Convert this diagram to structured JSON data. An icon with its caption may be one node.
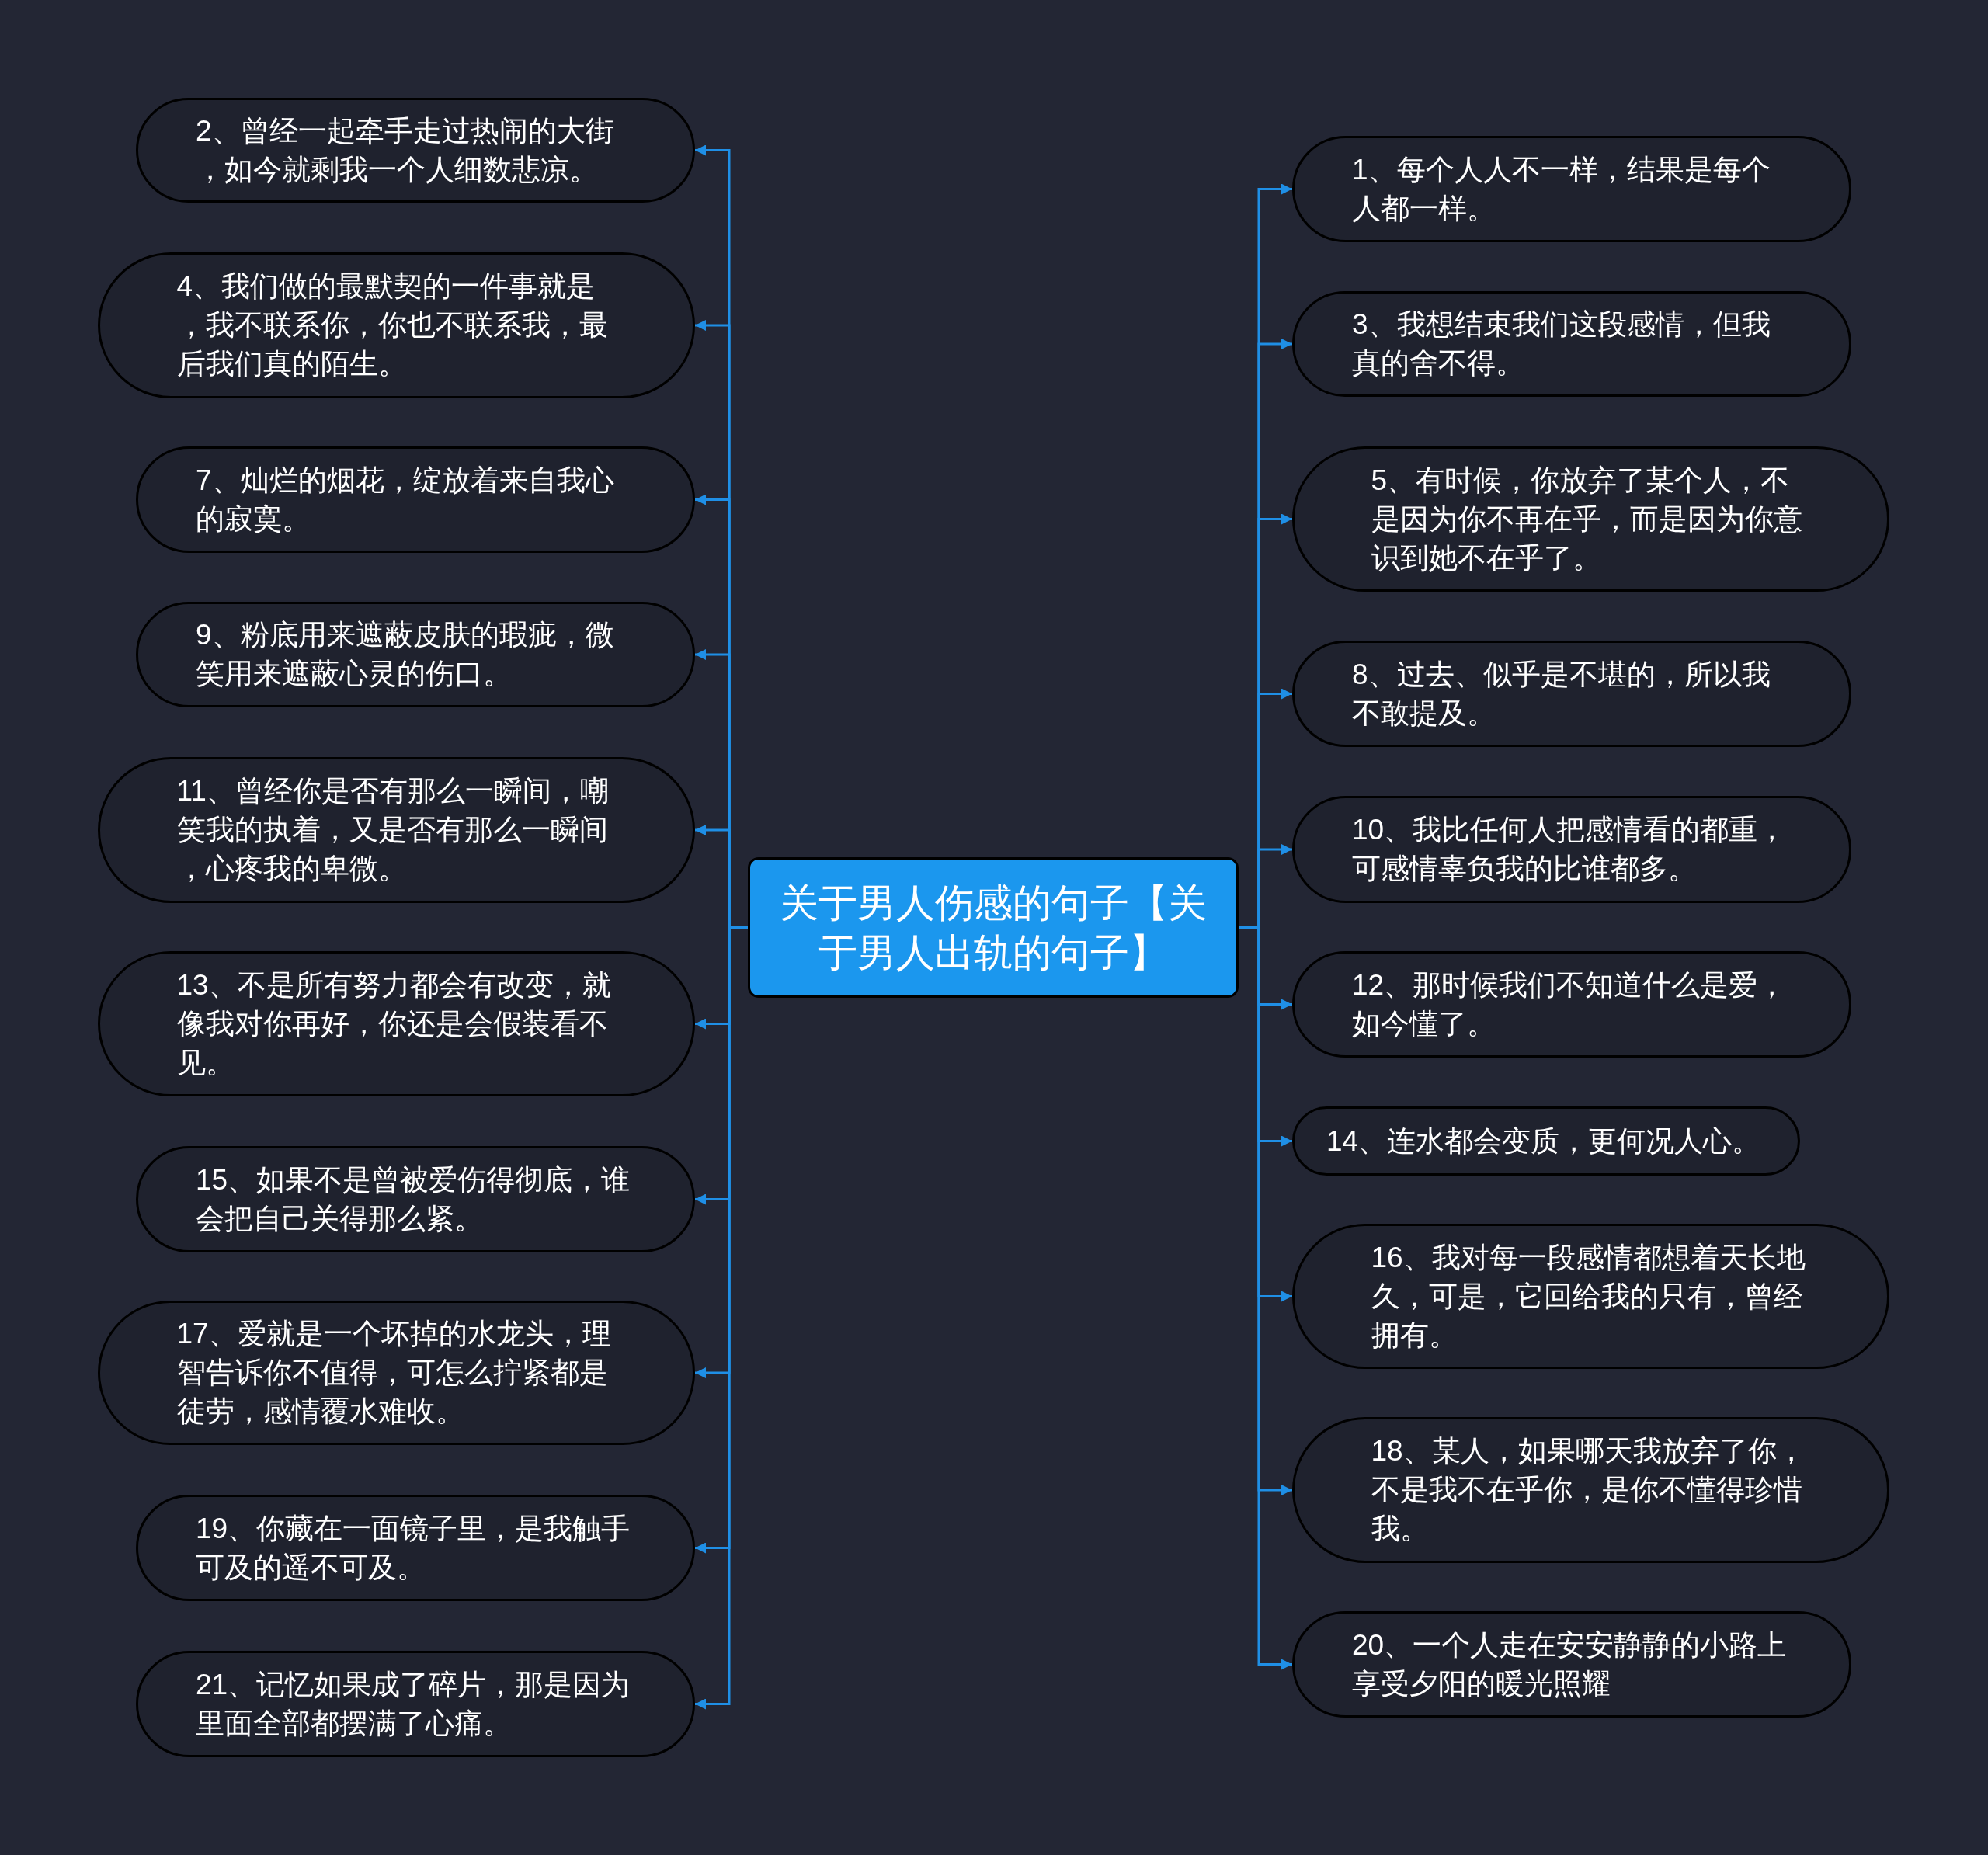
{
  "diagram": {
    "nodes": [
      {
        "text": [
          "关于男人伤感的句子【关于男人出轨的句子】"
        ]
      },
      {
        "text": [
          "1、每个人人不一样，结果是每个人都一样。"
        ]
      },
      {
        "text": [
          "2、曾经一起牵手走过热闹的大街，如今就剩我一个人细数悲凉。"
        ]
      },
      {
        "text": [
          "3、我想结束我们这段感情，但我真的舍不得。"
        ]
      },
      {
        "text": [
          "4、我们做的最默契的一件事就是，我不联系你，你也不联系我，最后我们真的陌生。"
        ]
      },
      {
        "text": [
          "5、有时候，你放弃了某个人，不是因为你不再在乎，而是因为你意识到她不在乎了。"
        ]
      },
      {
        "text": [
          "7、灿烂的烟花，绽放着来自我心的寂寞。"
        ]
      },
      {
        "text": [
          "8、过去、似乎是不堪的，所以我不敢提及。"
        ]
      },
      {
        "text": [
          "9、粉底用来遮蔽皮肤的瑕疵，微笑用来遮蔽心灵的伤口。"
        ]
      },
      {
        "text": [
          "10、我比任何人把感情看的都重，可感情辜负我的比谁都多。"
        ]
      },
      {
        "text": [
          "11、曾经你是否有那么一瞬间，嘲笑我的执着，又是否有那么一瞬间，心疼我的卑微。"
        ]
      },
      {
        "text": [
          "12、那时候我们不知道什么是爱，如今懂了。"
        ]
      },
      {
        "text": [
          "13、不是所有努力都会有改变，就像我对你再好，你还是会假装看不见。"
        ]
      },
      {
        "text": [
          "14、连水都会变质，更何况人心。"
        ]
      },
      {
        "text": [
          "15、如果不是曾被爱伤得彻底，谁会把自己关得那么紧。"
        ]
      },
      {
        "text": [
          "16、我对每一段感情都想着天长地久，可是，它回给我的只有，曾经拥有。"
        ]
      },
      {
        "text": [
          "17、爱就是一个坏掉的水龙头，理智告诉你不值得，可怎么拧紧都是徒劳，感情覆水难收。"
        ]
      },
      {
        "text": [
          "18、某人，如果哪天我放弃了你，不是我不在乎你，是你不懂得珍惜我。"
        ]
      },
      {
        "text": [
          "19、你藏在一面镜子里，是我触手可及的遥不可及。"
        ]
      },
      {
        "text": [
          "20、一个人走在安安静静的小路上享受夕阳的暖光照耀"
        ]
      },
      {
        "text": [
          "21、记忆如果成了碎片，那是因为里面全部都摆满了心痛。"
        ]
      }
    ],
    "edges": [
      {
        "from": 0,
        "to": 1,
        "arrow": "to"
      },
      {
        "from": 0,
        "to": 2,
        "arrow": "to"
      },
      {
        "from": 0,
        "to": 3,
        "arrow": "to"
      },
      {
        "from": 0,
        "to": 4,
        "arrow": "to"
      },
      {
        "from": 0,
        "to": 5,
        "arrow": "to"
      },
      {
        "from": 0,
        "to": 6,
        "arrow": "to"
      },
      {
        "from": 0,
        "to": 7,
        "arrow": "to"
      },
      {
        "from": 0,
        "to": 8,
        "arrow": "to"
      },
      {
        "from": 0,
        "to": 9,
        "arrow": "to"
      },
      {
        "from": 0,
        "to": 10,
        "arrow": "to"
      },
      {
        "from": 0,
        "to": 11,
        "arrow": "to"
      },
      {
        "from": 0,
        "to": 12,
        "arrow": "to"
      },
      {
        "from": 0,
        "to": 13,
        "arrow": "to"
      },
      {
        "from": 0,
        "to": 14,
        "arrow": "to"
      },
      {
        "from": 0,
        "to": 15,
        "arrow": "to"
      },
      {
        "from": 0,
        "to": 16,
        "arrow": "to"
      },
      {
        "from": 0,
        "to": 17,
        "arrow": "to"
      },
      {
        "from": 0,
        "to": 18,
        "arrow": "to"
      },
      {
        "from": 0,
        "to": 19,
        "arrow": "to"
      },
      {
        "from": 0,
        "to": 20,
        "arrow": "to"
      }
    ]
  }
}
